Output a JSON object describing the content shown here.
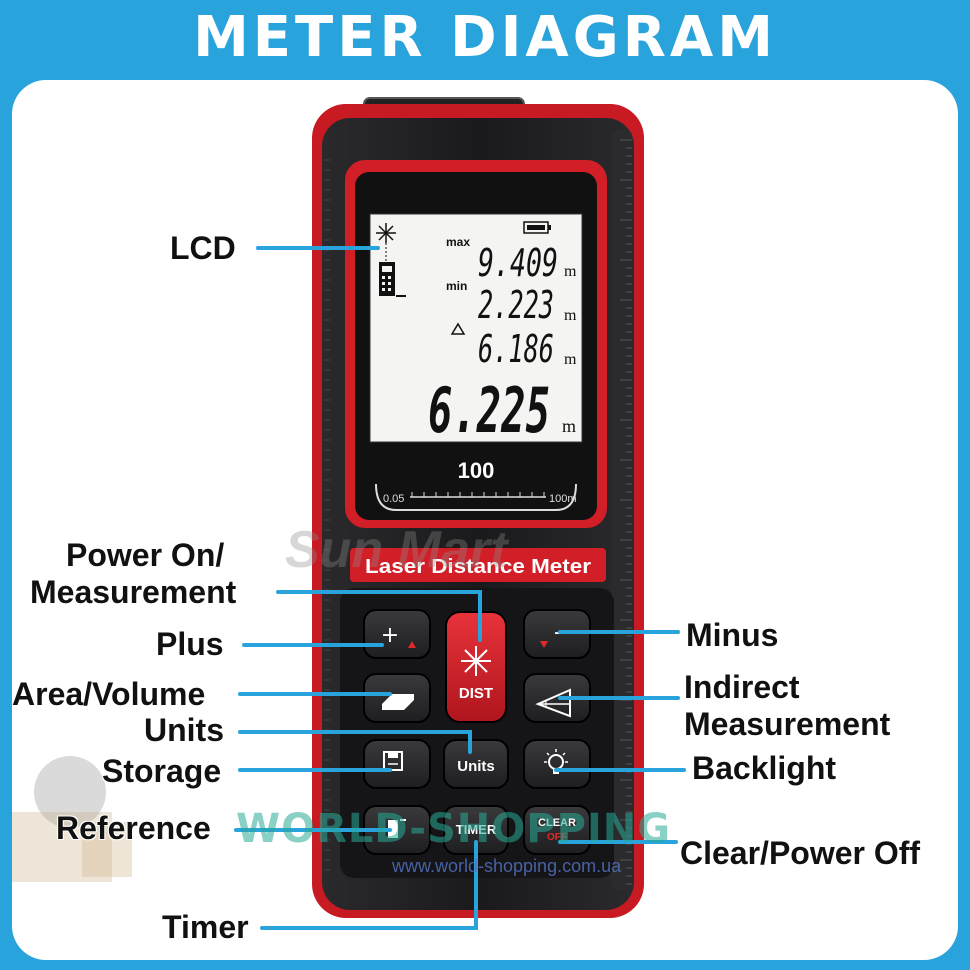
{
  "title": "METER DIAGRAM",
  "device": {
    "name_plate": "Laser Distance Meter",
    "range_badge": "100",
    "range_min": "0.05",
    "range_max": "100m",
    "display": {
      "max_label": "max",
      "min_label": "min",
      "max_value": "9.409",
      "min_value": "2.223",
      "delta_value": "6.186",
      "main_value": "6.225",
      "unit": "m"
    },
    "buttons": {
      "plus": "+",
      "minus": "−",
      "dist": "DIST",
      "units": "Units",
      "timer": "TIMER",
      "clear": "CLEAR",
      "off": "OFF"
    }
  },
  "callouts": {
    "lcd": "LCD",
    "power_on_1": "Power On/",
    "power_on_2": "Measurement",
    "plus": "Plus",
    "minus": "Minus",
    "area_volume": "Area/Volume",
    "indirect_1": "Indirect",
    "indirect_2": "Measurement",
    "units": "Units",
    "storage": "Storage",
    "backlight": "Backlight",
    "reference": "Reference",
    "clear_power_off": "Clear/Power Off",
    "timer": "Timer"
  },
  "watermarks": {
    "sun_mart": "Sun Mart",
    "world_shopping": "WORLD-SHOPPING",
    "url": "www.world-shopping.com.ua"
  },
  "colors": {
    "frame_blue": "#29a3dc",
    "callout_line": "#29a3dc",
    "device_red": "#d8202a",
    "body_dark": "#1c1c1e"
  }
}
